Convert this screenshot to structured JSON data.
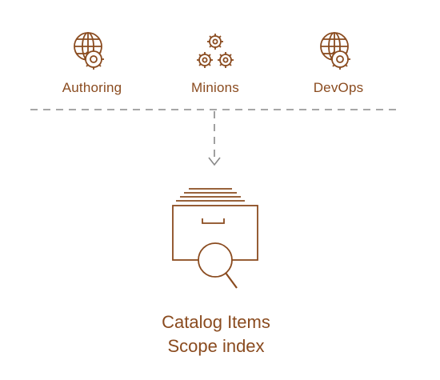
{
  "colors": {
    "accent": "#8a4b1f",
    "connector": "#888888"
  },
  "sources": [
    {
      "label": "Authoring",
      "icon": "globe-gear-icon"
    },
    {
      "label": "Minions",
      "icon": "gears-icon"
    },
    {
      "label": "DevOps",
      "icon": "globe-gear-icon"
    }
  ],
  "target": {
    "icon": "catalog-search-icon",
    "line1": "Catalog Items",
    "line2": "Scope index"
  }
}
